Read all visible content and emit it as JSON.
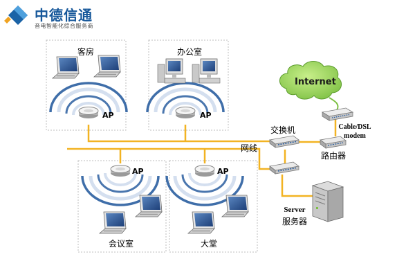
{
  "brand": {
    "name": "中德信通",
    "tagline": "音电智能化综合服务商"
  },
  "rooms": {
    "guest_room": "客房",
    "office": "办公室",
    "meeting_room": "会议室",
    "lobby": "大堂"
  },
  "devices": {
    "ap_label": "AP",
    "switch": "交换机",
    "cable": "网线",
    "router": "路由器",
    "modem_line1": "Cable/DSL",
    "modem_line2": "modem",
    "internet": "Internet",
    "server_en": "Server",
    "server_cn": "服务器"
  },
  "colors": {
    "cable": "#f2b322",
    "blue": "#2a5ea0",
    "green": "#7dc043",
    "brand_blue": "#16579a",
    "room_border": "#bcbcbc"
  }
}
